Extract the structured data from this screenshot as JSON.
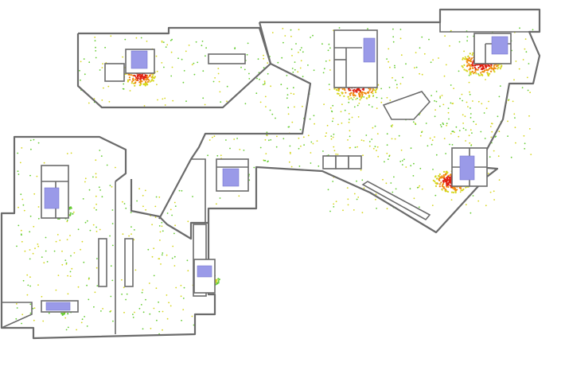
{
  "map": {
    "palette": {
      "walls": "#6b6b6b",
      "stairs": "#9a9ae8",
      "density_low": "#66cc33",
      "density_mid": "#d6d61e",
      "density_high": "#f08a10",
      "density_peak": "#e02010"
    },
    "hotspots": [
      {
        "id": "stair-top-left",
        "level": "high"
      },
      {
        "id": "stair-top-center",
        "level": "peak"
      },
      {
        "id": "stair-top-right",
        "level": "peak"
      },
      {
        "id": "stair-right",
        "level": "peak"
      },
      {
        "id": "stair-mid",
        "level": "medium"
      },
      {
        "id": "stair-left",
        "level": "medium"
      },
      {
        "id": "stair-center-lower",
        "level": "medium"
      },
      {
        "id": "stair-bottom-left",
        "level": "medium"
      }
    ]
  }
}
